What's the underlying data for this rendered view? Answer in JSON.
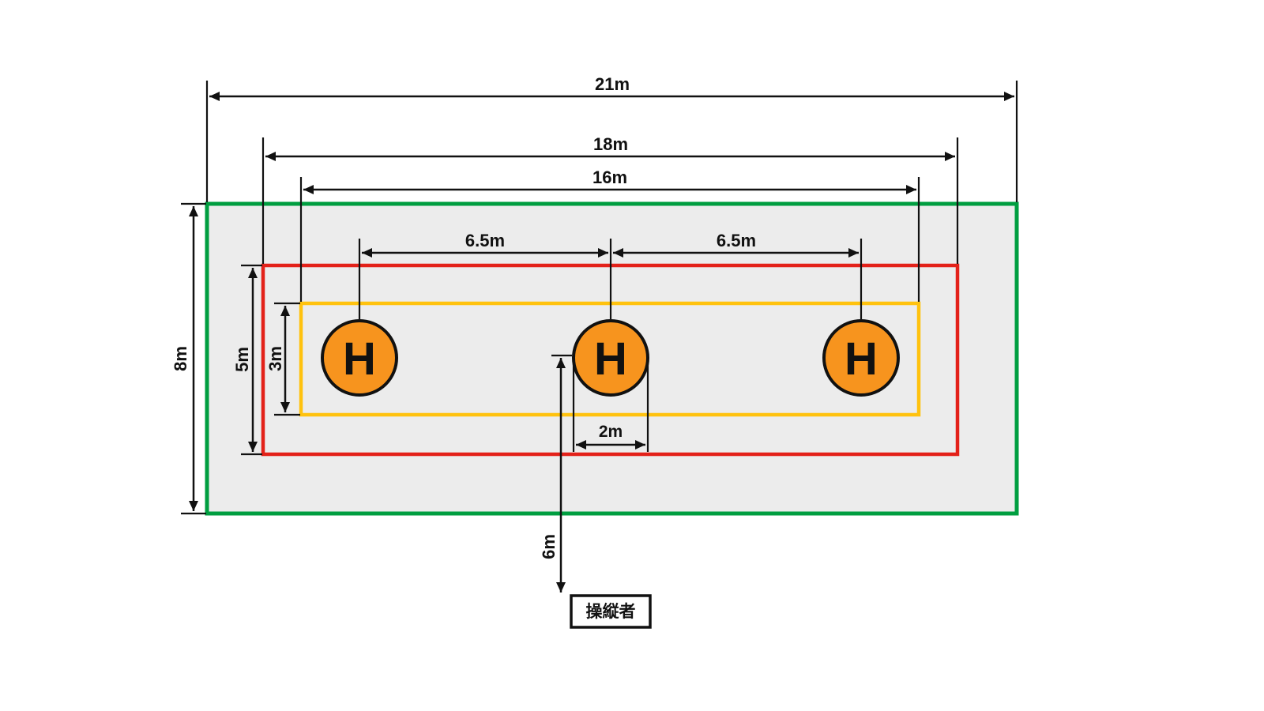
{
  "diagram": {
    "dimensions": {
      "outer_width": "21m",
      "flight_zone_width": "18m",
      "inner_zone_width": "16m",
      "helipad_spacing_left": "6.5m",
      "helipad_spacing_right": "6.5m",
      "outer_height": "8m",
      "flight_zone_height": "5m",
      "inner_zone_height": "3m",
      "helipad_diameter": "2m",
      "operator_distance": "6m"
    },
    "helipads": [
      {
        "label": "H"
      },
      {
        "label": "H"
      },
      {
        "label": "H"
      }
    ],
    "operator": {
      "label": "操縦者"
    },
    "colors": {
      "outer_boundary_green": "#009E40",
      "field_fill_gray": "#ECECEC",
      "flight_zone_red": "#E32119",
      "inner_zone_yellow": "#FFC20E",
      "helipad_orange": "#F7941E",
      "line_black": "#111111"
    }
  }
}
